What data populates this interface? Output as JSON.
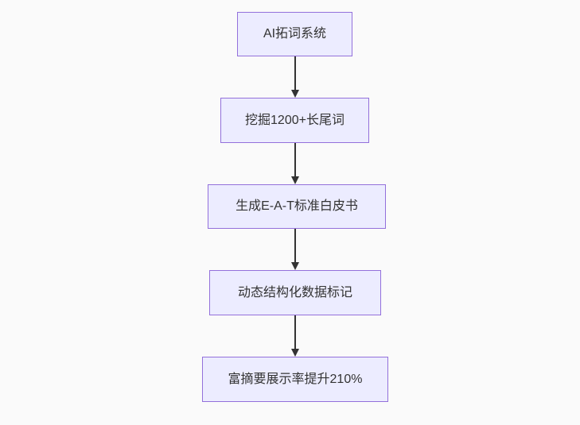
{
  "colors": {
    "background": "#fafafa",
    "node_fill": "#ECECFF",
    "node_border": "#9370DB",
    "arrow_color": "#333333",
    "text_color": "#333333"
  },
  "flowchart": {
    "type": "flowchart",
    "direction": "top-down",
    "nodes": [
      {
        "id": "n0",
        "label": "AI拓词系统"
      },
      {
        "id": "n1",
        "label": "挖掘1200+长尾词"
      },
      {
        "id": "n2",
        "label": "生成E-A-T标准白皮书"
      },
      {
        "id": "n3",
        "label": "动态结构化数据标记"
      },
      {
        "id": "n4",
        "label": "富摘要展示率提升210%"
      }
    ],
    "edges": [
      {
        "from": "n0",
        "to": "n1",
        "style": "solid",
        "arrow_head": "triangle-down"
      },
      {
        "from": "n1",
        "to": "n2",
        "style": "solid",
        "arrow_head": "triangle-down"
      },
      {
        "from": "n2",
        "to": "n3",
        "style": "solid",
        "arrow_head": "triangle-down"
      },
      {
        "from": "n3",
        "to": "n4",
        "style": "solid",
        "arrow_head": "triangle-down"
      }
    ]
  }
}
